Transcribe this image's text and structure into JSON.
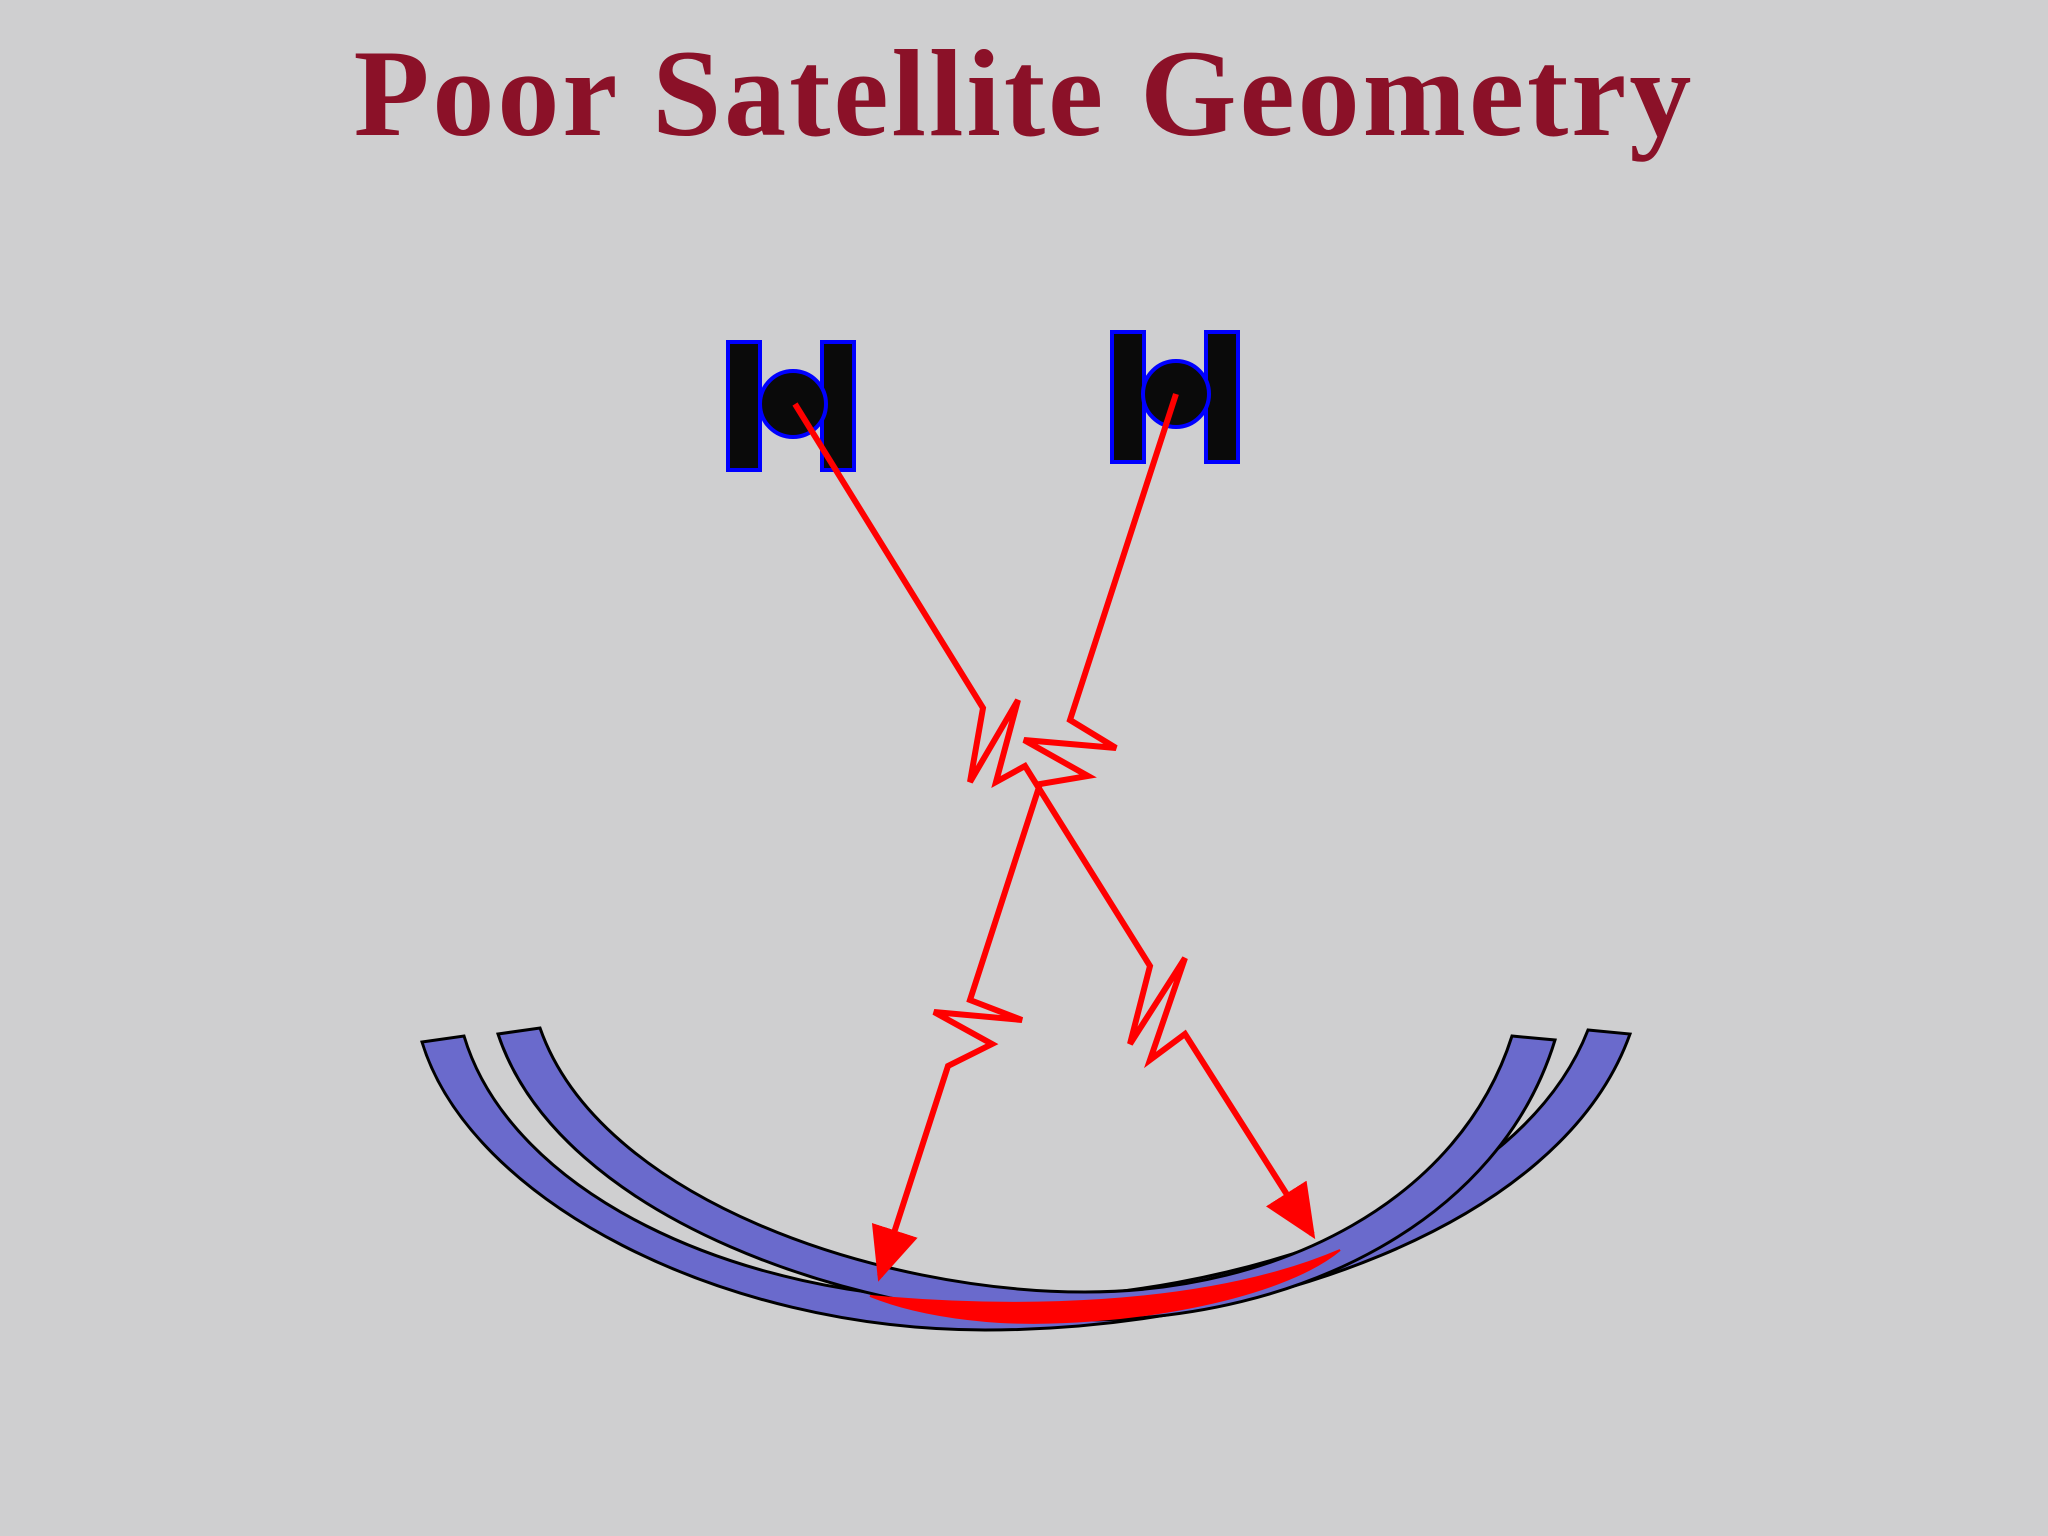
{
  "slide": {
    "title": "Poor Satellite Geometry"
  },
  "colors": {
    "background": "#cfcfd0",
    "title": "#8b1128",
    "signal": "#ff0000",
    "satellite_body": "#0a0a0a",
    "satellite_outline": "#0000ff",
    "range_band_fill": "#6a6acc",
    "range_band_outline": "#000000",
    "position_error": "#ff0000"
  },
  "diagram": {
    "satellites": [
      {
        "name": "satellite-left-icon"
      },
      {
        "name": "satellite-right-icon"
      }
    ],
    "range_bands": [
      {
        "name": "range-band-left-satellite"
      },
      {
        "name": "range-band-right-satellite"
      }
    ],
    "signal_paths": [
      {
        "name": "signal-path-left-satellite"
      },
      {
        "name": "signal-path-right-satellite"
      }
    ],
    "error_region": {
      "name": "position-uncertainty-region"
    }
  }
}
